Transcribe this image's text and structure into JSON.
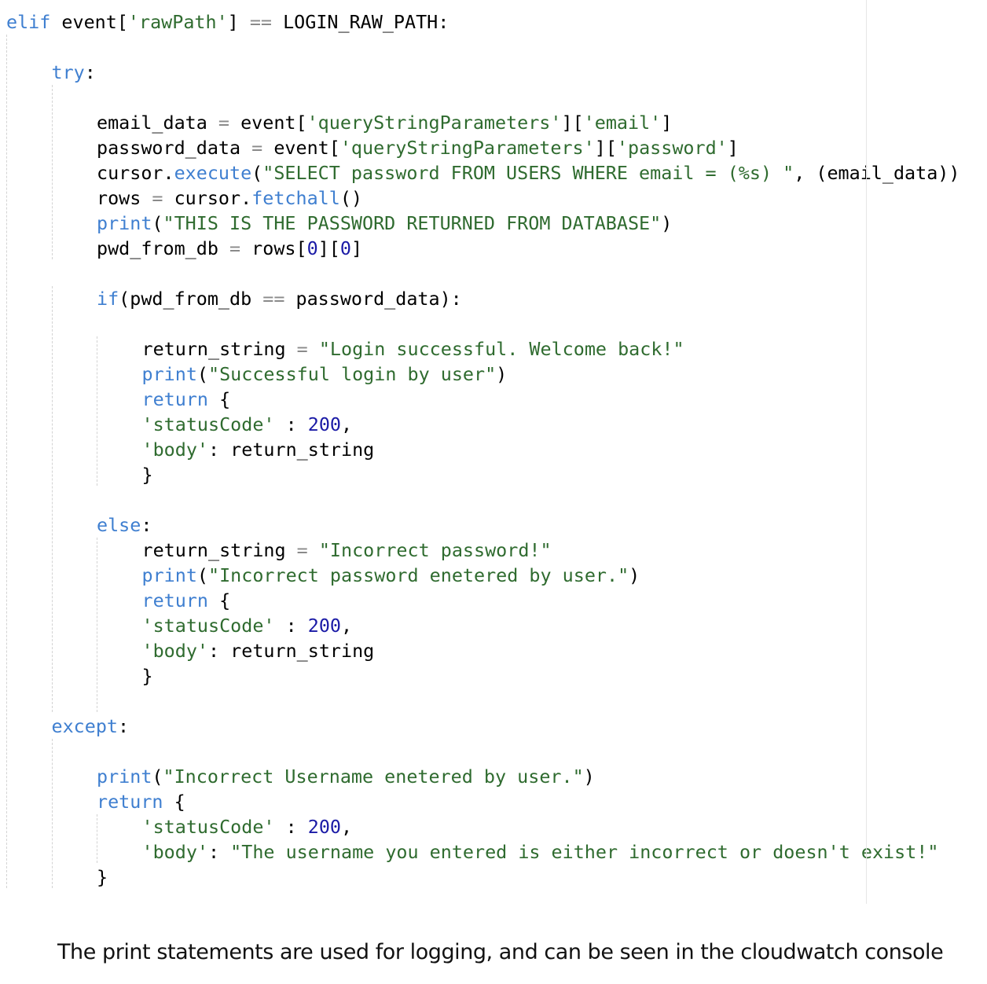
{
  "code": {
    "language": "python",
    "lines": [
      {
        "indent": 0,
        "tokens": [
          {
            "t": "kw",
            "v": "elif"
          },
          {
            "t": "plain",
            "v": " event["
          },
          {
            "t": "str",
            "v": "'rawPath'"
          },
          {
            "t": "plain",
            "v": "] "
          },
          {
            "t": "op",
            "v": "=="
          },
          {
            "t": "plain",
            "v": " LOGIN_RAW_PATH:"
          }
        ]
      },
      {
        "indent": 0,
        "tokens": []
      },
      {
        "indent": 1,
        "tokens": [
          {
            "t": "kw",
            "v": "try"
          },
          {
            "t": "plain",
            "v": ":"
          }
        ]
      },
      {
        "indent": 0,
        "tokens": []
      },
      {
        "indent": 2,
        "tokens": [
          {
            "t": "plain",
            "v": "email_data "
          },
          {
            "t": "op",
            "v": "="
          },
          {
            "t": "plain",
            "v": " event["
          },
          {
            "t": "str",
            "v": "'queryStringParameters'"
          },
          {
            "t": "plain",
            "v": "]["
          },
          {
            "t": "str",
            "v": "'email'"
          },
          {
            "t": "plain",
            "v": "]"
          }
        ]
      },
      {
        "indent": 2,
        "tokens": [
          {
            "t": "plain",
            "v": "password_data "
          },
          {
            "t": "op",
            "v": "="
          },
          {
            "t": "plain",
            "v": " event["
          },
          {
            "t": "str",
            "v": "'queryStringParameters'"
          },
          {
            "t": "plain",
            "v": "]["
          },
          {
            "t": "str",
            "v": "'password'"
          },
          {
            "t": "plain",
            "v": "]"
          }
        ]
      },
      {
        "indent": 2,
        "tokens": [
          {
            "t": "plain",
            "v": "cursor."
          },
          {
            "t": "kw",
            "v": "execute"
          },
          {
            "t": "plain",
            "v": "("
          },
          {
            "t": "str",
            "v": "\"SELECT password FROM USERS WHERE email = (%s) \""
          },
          {
            "t": "plain",
            "v": ", (email_data))"
          }
        ]
      },
      {
        "indent": 2,
        "tokens": [
          {
            "t": "plain",
            "v": "rows "
          },
          {
            "t": "op",
            "v": "="
          },
          {
            "t": "plain",
            "v": " cursor."
          },
          {
            "t": "kw",
            "v": "fetchall"
          },
          {
            "t": "plain",
            "v": "()"
          }
        ]
      },
      {
        "indent": 2,
        "tokens": [
          {
            "t": "kw",
            "v": "print"
          },
          {
            "t": "plain",
            "v": "("
          },
          {
            "t": "str",
            "v": "\"THIS IS THE PASSWORD RETURNED FROM DATABASE\""
          },
          {
            "t": "plain",
            "v": ")"
          }
        ]
      },
      {
        "indent": 2,
        "tokens": [
          {
            "t": "plain",
            "v": "pwd_from_db "
          },
          {
            "t": "op",
            "v": "="
          },
          {
            "t": "plain",
            "v": " rows["
          },
          {
            "t": "num",
            "v": "0"
          },
          {
            "t": "plain",
            "v": "]["
          },
          {
            "t": "num",
            "v": "0"
          },
          {
            "t": "plain",
            "v": "]"
          }
        ]
      },
      {
        "indent": 0,
        "tokens": []
      },
      {
        "indent": 2,
        "tokens": [
          {
            "t": "kw",
            "v": "if"
          },
          {
            "t": "plain",
            "v": "(pwd_from_db "
          },
          {
            "t": "op",
            "v": "=="
          },
          {
            "t": "plain",
            "v": " password_data):"
          }
        ]
      },
      {
        "indent": 0,
        "tokens": []
      },
      {
        "indent": 3,
        "tokens": [
          {
            "t": "plain",
            "v": "return_string "
          },
          {
            "t": "op",
            "v": "="
          },
          {
            "t": "plain",
            "v": " "
          },
          {
            "t": "str",
            "v": "\"Login successful. Welcome back!\""
          }
        ]
      },
      {
        "indent": 3,
        "tokens": [
          {
            "t": "kw",
            "v": "print"
          },
          {
            "t": "plain",
            "v": "("
          },
          {
            "t": "str",
            "v": "\"Successful login by user\""
          },
          {
            "t": "plain",
            "v": ")"
          }
        ]
      },
      {
        "indent": 3,
        "tokens": [
          {
            "t": "kw",
            "v": "return"
          },
          {
            "t": "plain",
            "v": " {"
          }
        ]
      },
      {
        "indent": 3,
        "tokens": [
          {
            "t": "str",
            "v": "'statusCode'"
          },
          {
            "t": "plain",
            "v": " : "
          },
          {
            "t": "num",
            "v": "200"
          },
          {
            "t": "plain",
            "v": ","
          }
        ]
      },
      {
        "indent": 3,
        "tokens": [
          {
            "t": "str",
            "v": "'body'"
          },
          {
            "t": "plain",
            "v": ": return_string"
          }
        ]
      },
      {
        "indent": 3,
        "tokens": [
          {
            "t": "plain",
            "v": "}"
          }
        ]
      },
      {
        "indent": 0,
        "tokens": []
      },
      {
        "indent": 2,
        "tokens": [
          {
            "t": "kw",
            "v": "else"
          },
          {
            "t": "plain",
            "v": ":"
          }
        ]
      },
      {
        "indent": 3,
        "tokens": [
          {
            "t": "plain",
            "v": "return_string "
          },
          {
            "t": "op",
            "v": "="
          },
          {
            "t": "plain",
            "v": " "
          },
          {
            "t": "str",
            "v": "\"Incorrect password!\""
          }
        ]
      },
      {
        "indent": 3,
        "tokens": [
          {
            "t": "kw",
            "v": "print"
          },
          {
            "t": "plain",
            "v": "("
          },
          {
            "t": "str",
            "v": "\"Incorrect password enetered by user.\""
          },
          {
            "t": "plain",
            "v": ")"
          }
        ]
      },
      {
        "indent": 3,
        "tokens": [
          {
            "t": "kw",
            "v": "return"
          },
          {
            "t": "plain",
            "v": " {"
          }
        ]
      },
      {
        "indent": 3,
        "tokens": [
          {
            "t": "str",
            "v": "'statusCode'"
          },
          {
            "t": "plain",
            "v": " : "
          },
          {
            "t": "num",
            "v": "200"
          },
          {
            "t": "plain",
            "v": ","
          }
        ]
      },
      {
        "indent": 3,
        "tokens": [
          {
            "t": "str",
            "v": "'body'"
          },
          {
            "t": "plain",
            "v": ": return_string"
          }
        ]
      },
      {
        "indent": 3,
        "tokens": [
          {
            "t": "plain",
            "v": "}"
          }
        ]
      },
      {
        "indent": 0,
        "tokens": []
      },
      {
        "indent": 1,
        "tokens": [
          {
            "t": "kw",
            "v": "except"
          },
          {
            "t": "plain",
            "v": ":"
          }
        ]
      },
      {
        "indent": 0,
        "tokens": []
      },
      {
        "indent": 2,
        "tokens": [
          {
            "t": "kw",
            "v": "print"
          },
          {
            "t": "plain",
            "v": "("
          },
          {
            "t": "str",
            "v": "\"Incorrect Username enetered by user.\""
          },
          {
            "t": "plain",
            "v": ")"
          }
        ]
      },
      {
        "indent": 2,
        "tokens": [
          {
            "t": "kw",
            "v": "return"
          },
          {
            "t": "plain",
            "v": " {"
          }
        ]
      },
      {
        "indent": 3,
        "tokens": [
          {
            "t": "str",
            "v": "'statusCode'"
          },
          {
            "t": "plain",
            "v": " : "
          },
          {
            "t": "num",
            "v": "200"
          },
          {
            "t": "plain",
            "v": ","
          }
        ]
      },
      {
        "indent": 3,
        "tokens": [
          {
            "t": "str",
            "v": "'body'"
          },
          {
            "t": "plain",
            "v": ": "
          },
          {
            "t": "str",
            "v": "\"The username you entered is either incorrect or doesn't exist!\""
          }
        ]
      },
      {
        "indent": 2,
        "tokens": [
          {
            "t": "plain",
            "v": "}"
          }
        ]
      }
    ]
  },
  "colors": {
    "keyword": "#3f7fd0",
    "string": "#2f6b2f",
    "number": "#1a1aa6",
    "operator": "#8a8a8a",
    "text": "#000000",
    "background": "#ffffff"
  },
  "caption": "The print statements are used for logging, and can be seen in the cloudwatch console"
}
